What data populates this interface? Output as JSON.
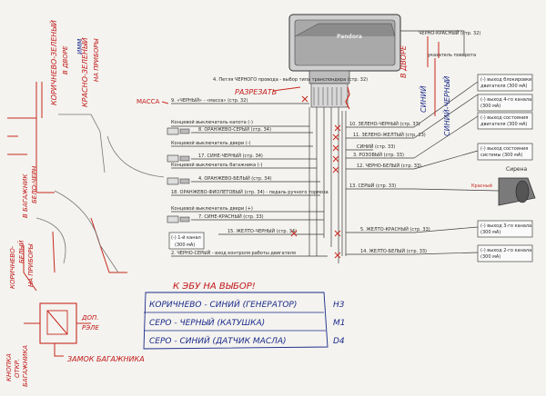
{
  "wires_left": [
    {
      "label": "9. «ЧЕРНЫЙ» - «масса» (стр. 32)"
    },
    {
      "label": "Концевой выключатель капота (-)"
    },
    {
      "label": "8. ОРАНЖЕВО-СЕРЫЙ (стр. 34)"
    },
    {
      "label": "Концевой выключатель двери (-)"
    },
    {
      "label": "17. СИНЕ-ЧЕРНЫЙ (стр. 34)"
    },
    {
      "label": "Концевой выключатель багажника (-)"
    },
    {
      "label": "4. ОРАНЖЕВО-БЕЛЫЙ (стр. 34)"
    },
    {
      "label": "18. ОРАНЖЕВО-ФИОЛЕТОВЫЙ (стр. 34) - педаль ручного тормоза"
    },
    {
      "label": "Концевой выключатель двери (+)"
    },
    {
      "label": "7. СИНЕ-КРАСНЫЙ (стр. 33)"
    },
    {
      "label": "15. ЖЕЛТО-ЧЕРНЫЙ (стр. 34)"
    },
    {
      "label": "2. ЧЕРНО-СЕРЫЙ - вход контроля работы двигателя"
    }
  ],
  "note_top": "4. Петля ЧЕРНОГО провода - выбор типа транспондера (стр. 32)",
  "cut_label": "РАЗРЕЗАТЬ",
  "channel_box": {
    "line1": "(-) 1-й канал",
    "line2": "(300 мА)"
  },
  "wires_right": [
    {
      "label": "10. ЗЕЛЕНО-ЧЕРНЫЙ (стр. 33)"
    },
    {
      "label": "11. ЗЕЛЕНО-ЖЕЛТЫЙ (стр. 33)"
    },
    {
      "label": "СИНИЙ (стр. 33)"
    },
    {
      "label": "3. РОЗОВЫЙ (стр. 33)"
    },
    {
      "label": "12. ЧЕРНО-БЕЛЫЙ (стр. 33)"
    },
    {
      "label": "13. СЕРЫЙ (стр. 33)"
    },
    {
      "label": "5. ЖЕЛТО-КРАСНЫЙ (стр. 33)"
    },
    {
      "label": "14. ЖЕЛТО-БЕЛЫЙ (стр. 33)"
    }
  ],
  "top_right": {
    "wire": "ЧЕРНО-КРАСНЫЙ (стр. 32)",
    "sub": "указатель поворота"
  },
  "right_boxes": [
    {
      "line1": "(-) выход блокировки",
      "line2": "двигателя (300 мА)"
    },
    {
      "line1": "(-) выход 4-го канала",
      "line2": "(300 мА)"
    },
    {
      "line1": "(-) выход состояния",
      "line2": "двигателя (300 мА)"
    },
    {
      "line1": "(-) выход состояния",
      "line2": "системы (300 мА)"
    },
    {
      "line1": "(-) выход 3-го канала",
      "line2": "(300 мА)"
    },
    {
      "line1": "(-) выход 2-го канала",
      "line2": "(300 мА)"
    }
  ],
  "siren": {
    "label": "Сирена",
    "wire": "Красный"
  },
  "brand": "Pandora",
  "hw": {
    "massa": "МАССА",
    "left_v1": "КОРИЧНЕВО-ЗЕЛЕНЫЙ",
    "left_v1b": "В ДВОРЕ",
    "imm": "ИММ",
    "left_v2": "КРАСНО-ЗЕЛЕНЫЙ",
    "left_v2b": "НА ПРИБОРЫ",
    "v_bag1": "В БАГАЖНИК",
    "v_bag2": "БЕЛО-ЧЕРН",
    "v_pr1": "КОРИЧНЕВО-",
    "v_pr2": "БЕЛЫЙ",
    "v_pr3": "НА ПРИБОРЫ",
    "v_k1": "КНОПКА",
    "v_k2": "ОТКР.",
    "v_k3": "БАГАЖНИКА",
    "dop1": "ДОП.",
    "dop2": "РЭЛЕ",
    "zamok": "ЗАМОК БАГАЖНИКА",
    "right_v1": "В ДВОРЕ",
    "right_v2": "СИНИЙ",
    "right_v3": "СИНИЙ-ЧЕРНЫЙ",
    "ebu_title": "К ЭБУ НА ВЫБОР!",
    "ebu": [
      {
        "text": "КОРИЧНЕВО - СИНИЙ (ГЕНЕРАТОР)",
        "code": "H3"
      },
      {
        "text": "СЕРО - ЧЕРНЫЙ (КАТУШКА)",
        "code": "M1"
      },
      {
        "text": "СЕРО - СИНИЙ (ДАТЧИК МАСЛА)",
        "code": "D4"
      }
    ]
  }
}
